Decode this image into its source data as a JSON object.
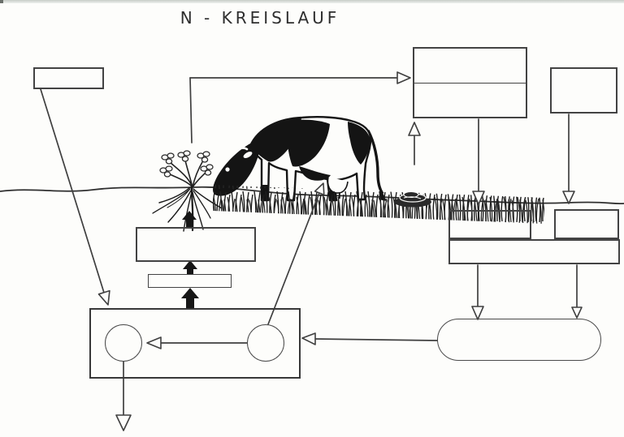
{
  "title": "N - KREISLAUF",
  "colors": {
    "ink": "#3f3f3f",
    "solid_arrow": "#161616",
    "paper": "#fdfdfb",
    "cow_black": "#141414"
  },
  "diagram": {
    "boxes": [
      {
        "name": "box-top-left",
        "label": ""
      },
      {
        "name": "box-top-right-upper",
        "label": ""
      },
      {
        "name": "box-top-right-lower",
        "label": ""
      },
      {
        "name": "box-far-right",
        "label": ""
      },
      {
        "name": "box-soil-mid",
        "label": ""
      },
      {
        "name": "box-soil-small",
        "label": ""
      },
      {
        "name": "box-soil-right-upper-left",
        "label": ""
      },
      {
        "name": "box-soil-right-upper-right",
        "label": ""
      },
      {
        "name": "box-soil-right-lower",
        "label": ""
      },
      {
        "name": "rect-bottom-left",
        "label": ""
      },
      {
        "name": "circle-left",
        "label": ""
      },
      {
        "name": "circle-right",
        "label": ""
      },
      {
        "name": "pill-bottom-right",
        "label": ""
      }
    ],
    "illustrations": [
      "grazing-cow-icon",
      "flowering-plant-icon",
      "plant-roots-icon",
      "grass-band-icon",
      "cow-dung-icon",
      "soil-ground-line"
    ],
    "arrows": {
      "open_arrow_count": 11,
      "solid_arrow_count": 3
    }
  }
}
